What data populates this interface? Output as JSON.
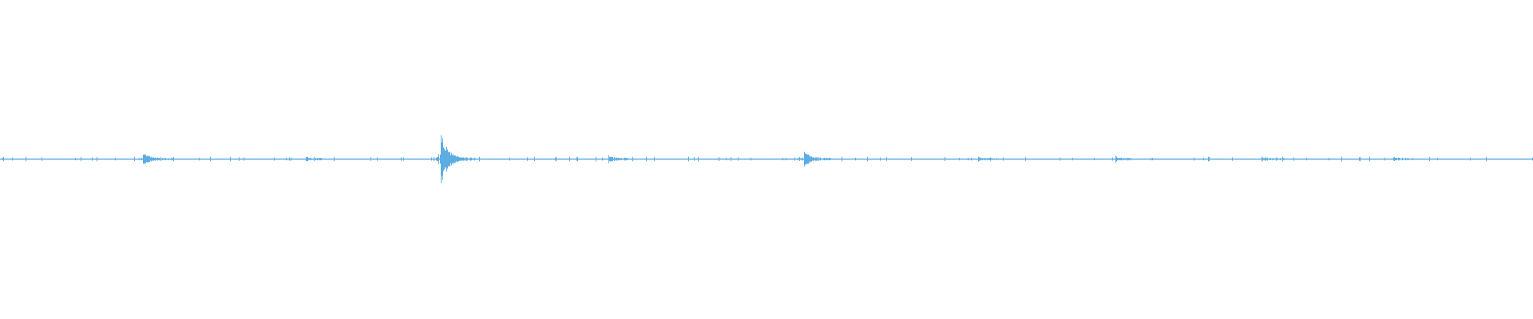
{
  "chart_data": {
    "type": "area",
    "kind": "audio-waveform",
    "title": "",
    "xlabel": "",
    "ylabel": "",
    "grid": false,
    "legend": "none",
    "series_color": "#5dade2",
    "background": "#ffffff"
  }
}
